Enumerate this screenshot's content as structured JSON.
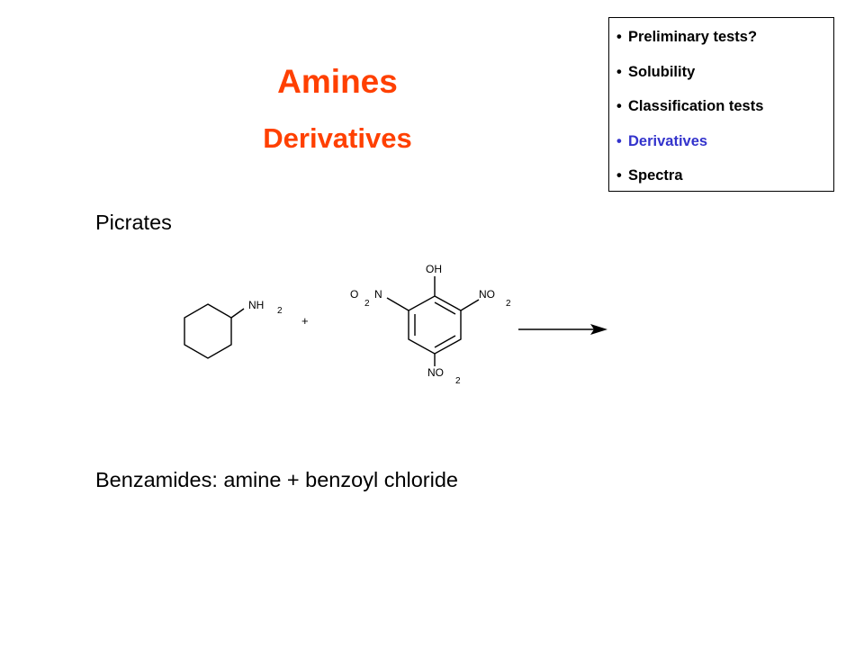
{
  "title": "Amines",
  "subtitle": "Derivatives",
  "nav": {
    "items": [
      {
        "label": "Preliminary tests?",
        "active": false
      },
      {
        "label": "Solubility",
        "active": false
      },
      {
        "label": "Classification tests",
        "active": false
      },
      {
        "label": "Derivatives",
        "active": true
      },
      {
        "label": "Spectra",
        "active": false
      }
    ],
    "bullet": "•",
    "active_color": "#3333cc"
  },
  "accent_color": "#ff4000",
  "sections": {
    "picrates": "Picrates",
    "benzamides": "Benzamides: amine + benzoyl chloride"
  },
  "reaction": {
    "amine_group": "NH",
    "amine_subscript": "2",
    "plus": "+",
    "oh_group": "OH",
    "left_o": "O",
    "left_sub": "2",
    "left_n": "N",
    "right_no": "NO",
    "right_sub": "2",
    "bottom_no": "NO",
    "bottom_sub": "2"
  }
}
